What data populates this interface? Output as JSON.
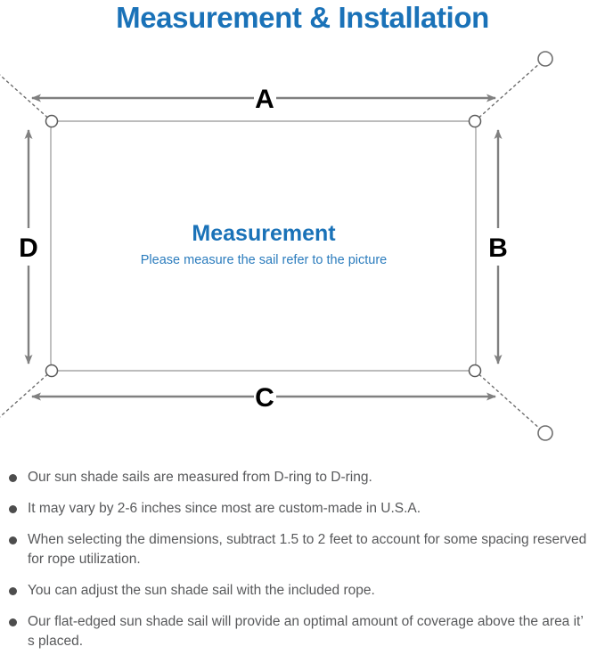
{
  "page": {
    "title": "Measurement & Installation",
    "background_color": "#ffffff"
  },
  "colors": {
    "brand_blue": "#1a72b8",
    "subtitle_blue": "#2b7cbd",
    "dimension_gray": "#808080",
    "sail_border_gray": "#a6a6a6",
    "note_text_gray": "#58595b",
    "bullet_gray": "#4d4d4d",
    "label_black": "#000000"
  },
  "diagram": {
    "name": "shade-sail-measurement-diagram",
    "center": {
      "title": "Measurement",
      "subtitle": "Please measure the sail refer to the picture"
    },
    "dimension_labels": [
      {
        "id": "A",
        "label": "A",
        "edge": "top",
        "orientation": "horizontal"
      },
      {
        "id": "B",
        "label": "B",
        "edge": "right",
        "orientation": "vertical"
      },
      {
        "id": "C",
        "label": "C",
        "edge": "bottom",
        "orientation": "horizontal"
      },
      {
        "id": "D",
        "label": "D",
        "edge": "left",
        "orientation": "vertical"
      }
    ],
    "corners": [
      {
        "id": "top-left",
        "d_ring": true,
        "anchor_point": true,
        "rope": "dotted"
      },
      {
        "id": "top-right",
        "d_ring": true,
        "anchor_point": true,
        "rope": "dotted"
      },
      {
        "id": "bottom-left",
        "d_ring": true,
        "anchor_point": true,
        "rope": "dotted"
      },
      {
        "id": "bottom-right",
        "d_ring": true,
        "anchor_point": true,
        "rope": "dotted"
      }
    ]
  },
  "notes": [
    {
      "text": "Our sun shade sails are measured from D-ring to D-ring."
    },
    {
      "text": "It may vary by 2-6 inches since most are custom-made in U.S.A."
    },
    {
      "text": "When selecting the dimensions, subtract 1.5 to 2 feet to account for some spacing reserved for rope utilization."
    },
    {
      "text": "You can adjust the sun shade sail with the included rope."
    },
    {
      "text": "Our flat-edged sun shade sail will provide an optimal amount of coverage above the area it’ s placed."
    }
  ]
}
